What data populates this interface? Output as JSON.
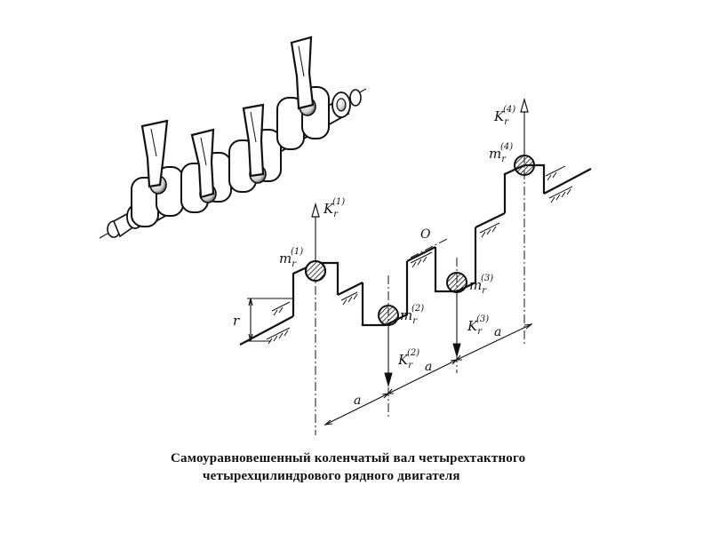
{
  "caption": {
    "line1": "Самоуравновешенный коленчатый вал четырехтактного",
    "line2": "четырехцилиндрового рядного двигателя"
  },
  "labels": {
    "origin": "O",
    "radius": "r",
    "spacing": "a",
    "m1": "m",
    "m1_sub": "r",
    "m1_sup": "(1)",
    "m2": "m",
    "m2_sub": "r",
    "m2_sup": "(2)",
    "m3": "m",
    "m3_sub": "r",
    "m3_sup": "(3)",
    "m4": "m",
    "m4_sub": "r",
    "m4_sup": "(4)",
    "k1": "K",
    "k1_sub": "r",
    "k1_sup": "(1)",
    "k2": "K",
    "k2_sub": "r",
    "k2_sup": "(2)",
    "k3": "K",
    "k3_sub": "r",
    "k3_sup": "(3)",
    "k4": "K",
    "k4_sub": "r",
    "k4_sup": "(4)"
  }
}
